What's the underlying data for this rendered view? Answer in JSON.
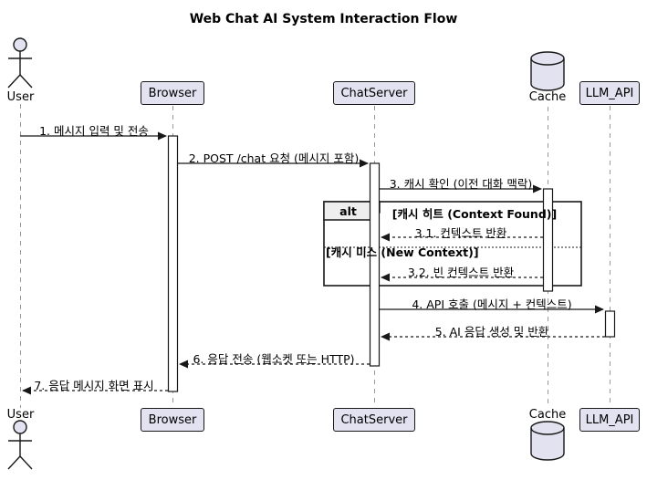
{
  "diagram": {
    "title": "Web Chat AI System Interaction Flow",
    "type": "uml-sequence"
  },
  "participants": [
    {
      "name": "User",
      "kind": "actor"
    },
    {
      "name": "Browser",
      "kind": "participant"
    },
    {
      "name": "ChatServer",
      "kind": "participant"
    },
    {
      "name": "Cache",
      "kind": "database"
    },
    {
      "name": "LLM_API",
      "kind": "participant"
    }
  ],
  "messages": [
    {
      "label": "1. 메시지 입력 및 전송",
      "from": "User",
      "to": "Browser",
      "line": "solid"
    },
    {
      "label": "2. POST /chat 요청 (메시지 포함)",
      "from": "Browser",
      "to": "ChatServer",
      "line": "solid"
    },
    {
      "label": "3. 캐시 확인 (이전 대화 맥락)",
      "from": "ChatServer",
      "to": "Cache",
      "line": "solid"
    },
    {
      "label": "3.1. 컨텍스트 반환",
      "from": "Cache",
      "to": "ChatServer",
      "line": "dashed"
    },
    {
      "label": "3.2. 빈 컨텍스트 반환",
      "from": "Cache",
      "to": "ChatServer",
      "line": "dashed"
    },
    {
      "label": "4. API 호출 (메시지 + 컨텍스트)",
      "from": "ChatServer",
      "to": "LLM_API",
      "line": "solid"
    },
    {
      "label": "5. AI 응답 생성 및 반환",
      "from": "LLM_API",
      "to": "ChatServer",
      "line": "dashed"
    },
    {
      "label": "6. 응답 전송 (웹소켓 또는 HTTP)",
      "from": "ChatServer",
      "to": "Browser",
      "line": "dashed"
    },
    {
      "label": "7. 응답 메시지 화면 표시",
      "from": "Browser",
      "to": "User",
      "line": "dashed"
    }
  ],
  "fragment": {
    "operator": "alt",
    "guard_hit": "[캐시 히트 (Context Found)]",
    "guard_miss": "[캐시 미스 (New Context)]"
  },
  "colors": {
    "background": "#FFFFFF",
    "participant_fill": "#E2E2F0",
    "participant_border": "#181818",
    "lifeline": "#999999",
    "arrow": "#181818",
    "activation_fill": "#FFFFFF",
    "fragment_border": "#181818",
    "fragment_header_fill": "#EEEEEE"
  }
}
